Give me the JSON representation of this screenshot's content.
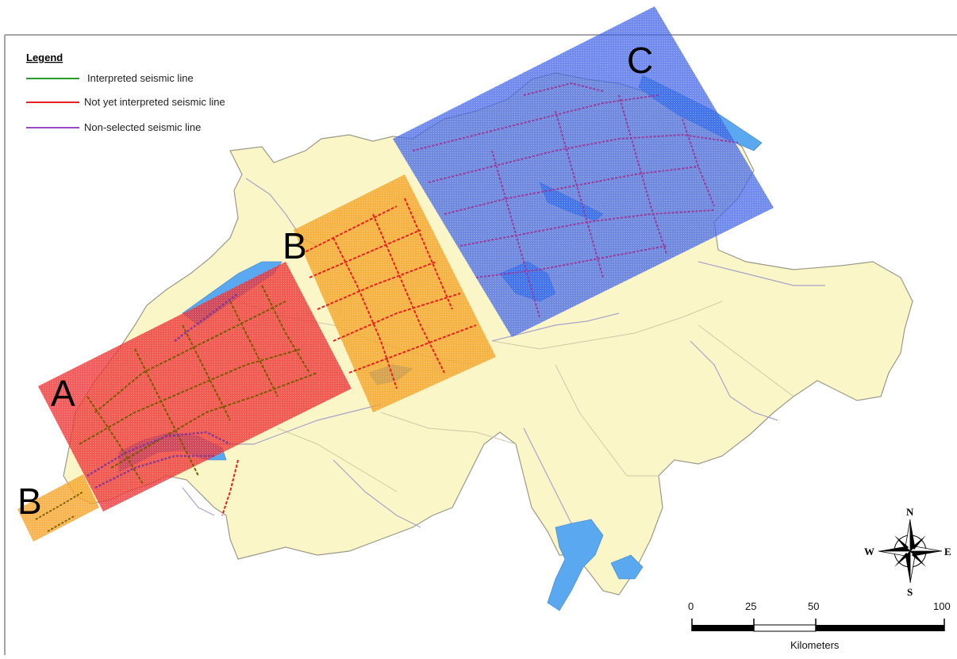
{
  "legend": {
    "title": "Legend",
    "items": [
      {
        "label": "Interpreted seismic line",
        "color": "#2a9a2a"
      },
      {
        "label": "Not yet interpreted seismic line",
        "color": "#e82020"
      },
      {
        "label": "Non-selected seismic line",
        "color": "#9a4ac8"
      }
    ]
  },
  "zones": [
    {
      "letter": "A",
      "color": "#f03030"
    },
    {
      "letter": "B",
      "color": "#f7a020"
    },
    {
      "letter": "B",
      "color": "#f7a020"
    },
    {
      "letter": "C",
      "color": "#3a60e8"
    }
  ],
  "compass": {
    "n": "N",
    "s": "S",
    "e": "E",
    "w": "W"
  },
  "scale_bar": {
    "ticks": [
      "0",
      "25",
      "50",
      "100"
    ],
    "unit": "Kilometers"
  },
  "colors": {
    "country_fill": "#fbf6c8",
    "country_stroke": "#9a9a8a",
    "lake": "#5aa8f0",
    "river": "#a8a4c8",
    "frame": "#888888"
  }
}
